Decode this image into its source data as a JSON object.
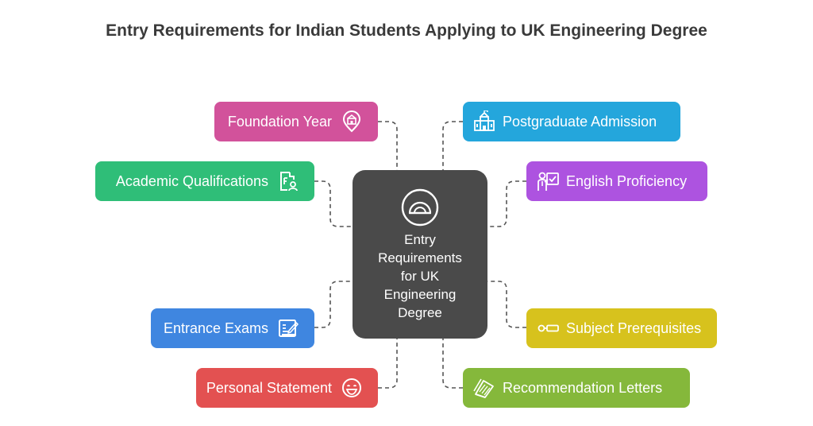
{
  "title": "Entry Requirements for Indian Students Applying to UK Engineering Degree",
  "center": {
    "label": "Entry\nRequirements\nfor UK\nEngineering\nDegree",
    "icon": "protractor-icon"
  },
  "requirements_left": [
    {
      "label": "Foundation Year",
      "icon": "location-school-icon",
      "color": "#d2529b"
    },
    {
      "label": "Academic Qualifications",
      "icon": "certificate-person-icon",
      "color": "#2fbe78"
    },
    {
      "label": "Entrance Exams",
      "icon": "exam-form-icon",
      "color": "#3f86e0"
    },
    {
      "label": "Personal Statement",
      "icon": "smiley-icon",
      "color": "#e35151"
    }
  ],
  "requirements_right": [
    {
      "label": "Postgraduate Admission",
      "icon": "university-building-icon",
      "color": "#24a6dc"
    },
    {
      "label": "English Proficiency",
      "icon": "teacher-board-icon",
      "color": "#ad53e0"
    },
    {
      "label": "Subject Prerequisites",
      "icon": "key-icon",
      "color": "#d7c21d"
    },
    {
      "label": "Recommendation Letters",
      "icon": "letters-icon",
      "color": "#85b83b"
    }
  ]
}
